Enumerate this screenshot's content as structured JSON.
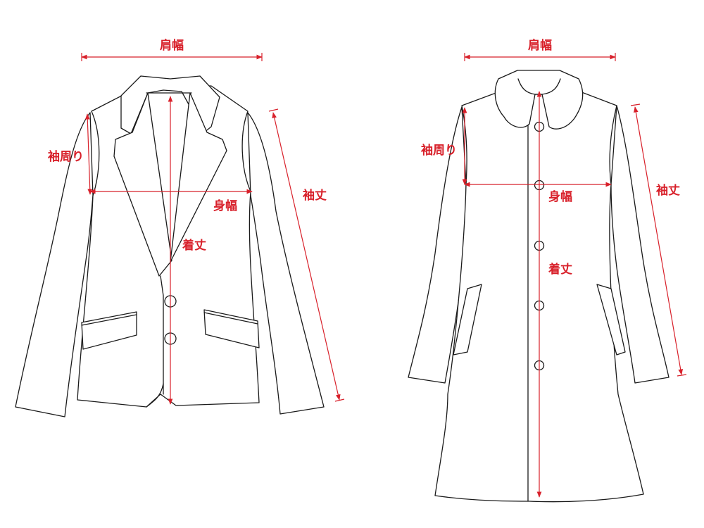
{
  "accent_color": "#d8202a",
  "jacket": {
    "shoulder_width": "肩幅",
    "armhole": "袖周り",
    "body_width": "身幅",
    "length": "着丈",
    "sleeve_length": "袖丈"
  },
  "coat": {
    "shoulder_width": "肩幅",
    "armhole": "袖周り",
    "body_width": "身幅",
    "length": "着丈",
    "sleeve_length": "袖丈"
  }
}
